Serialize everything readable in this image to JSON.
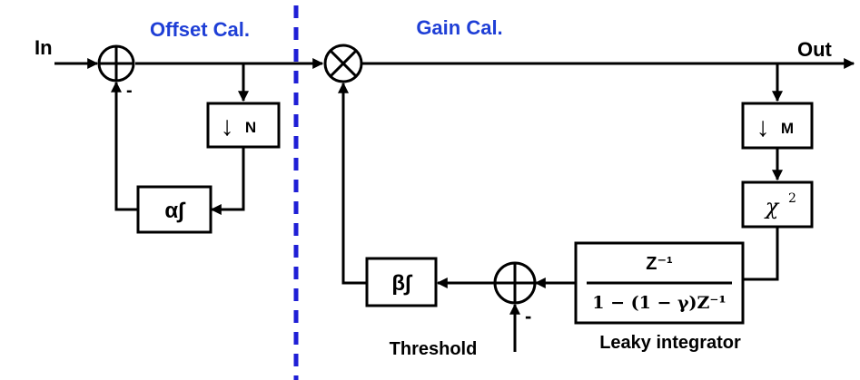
{
  "sections": {
    "offset_title": "Offset Cal.",
    "gain_title": "Gain Cal."
  },
  "io": {
    "input_label": "In",
    "output_label": "Out"
  },
  "blocks": {
    "downsample_n": {
      "arrow": "↓",
      "label": "N"
    },
    "alpha_integrator": {
      "label": "α∫"
    },
    "downsample_m": {
      "arrow": "↓",
      "label": "M"
    },
    "chi_squared": {
      "symbol": "χ",
      "exponent": "2"
    },
    "leaky_integrator": {
      "numerator": "Z⁻¹",
      "denominator": "1 − (1 − γ)Z⁻¹",
      "caption": "Leaky integrator"
    },
    "beta_integrator": {
      "label": "β∫"
    }
  },
  "signs": {
    "offset_sum_minus": "-",
    "threshold_sum_minus": "-"
  },
  "labels": {
    "threshold": "Threshold"
  },
  "colors": {
    "divider": "#1f1fd6",
    "title": "#1f3fd6",
    "ink": "#000000"
  }
}
